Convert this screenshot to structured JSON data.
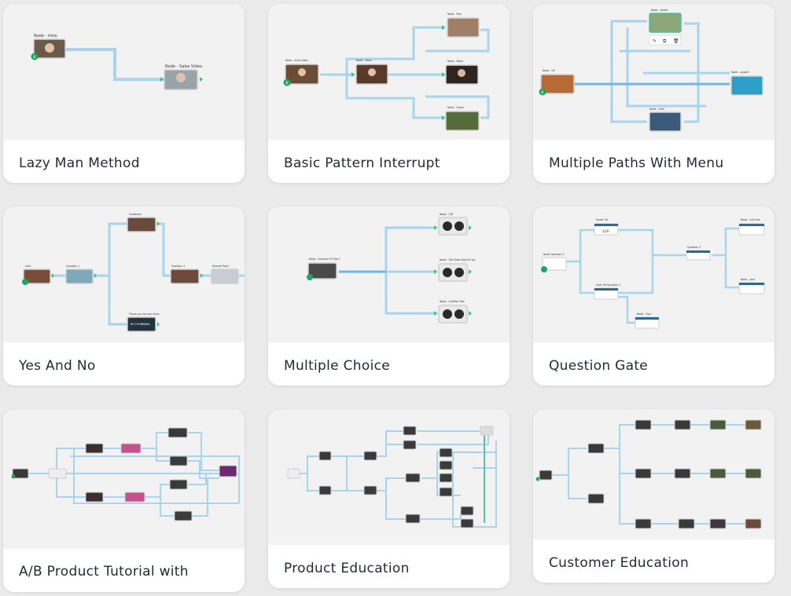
{
  "cards": [
    {
      "title": "Lazy Man Method",
      "nodes": [
        "Node - Intro",
        "Node - Sales Video"
      ]
    },
    {
      "title": "Basic Pattern Interrupt",
      "nodes": [
        "Node - Intro Video",
        "Node - Menu",
        "Node - Pink",
        "Node - Black",
        "Node - Green"
      ]
    },
    {
      "title": "Multiple Paths With Menu",
      "nodes": [
        "Node - health",
        "Node - H1",
        "Node - growth",
        "Node - truth"
      ]
    },
    {
      "title": "Yes And No",
      "nodes": [
        "Intro",
        "Question 1",
        "Celebrate",
        "Question 2",
        "Ruleset Point",
        "Thank you for your time"
      ],
      "badge": "NO THUMBNAIL"
    },
    {
      "title": "Multiple Choice",
      "nodes": [
        "Node - Interactr FE Start",
        "Node - CAT",
        "Node - Text Mole Dog Hk Vac",
        "Node - Goldfish Test"
      ]
    },
    {
      "title": "Question Gate",
      "nodes": [
        "Node Question 1",
        "Under 26",
        "Over 46 Question 2",
        "Question 3",
        "Node - Sym",
        "Node - full time",
        "Node - part"
      ],
      "badge": "$26"
    },
    {
      "title": "A/B Product Tutorial with",
      "nodes": []
    },
    {
      "title": "Product Education",
      "nodes": []
    },
    {
      "title": "Customer Education",
      "nodes": []
    }
  ]
}
